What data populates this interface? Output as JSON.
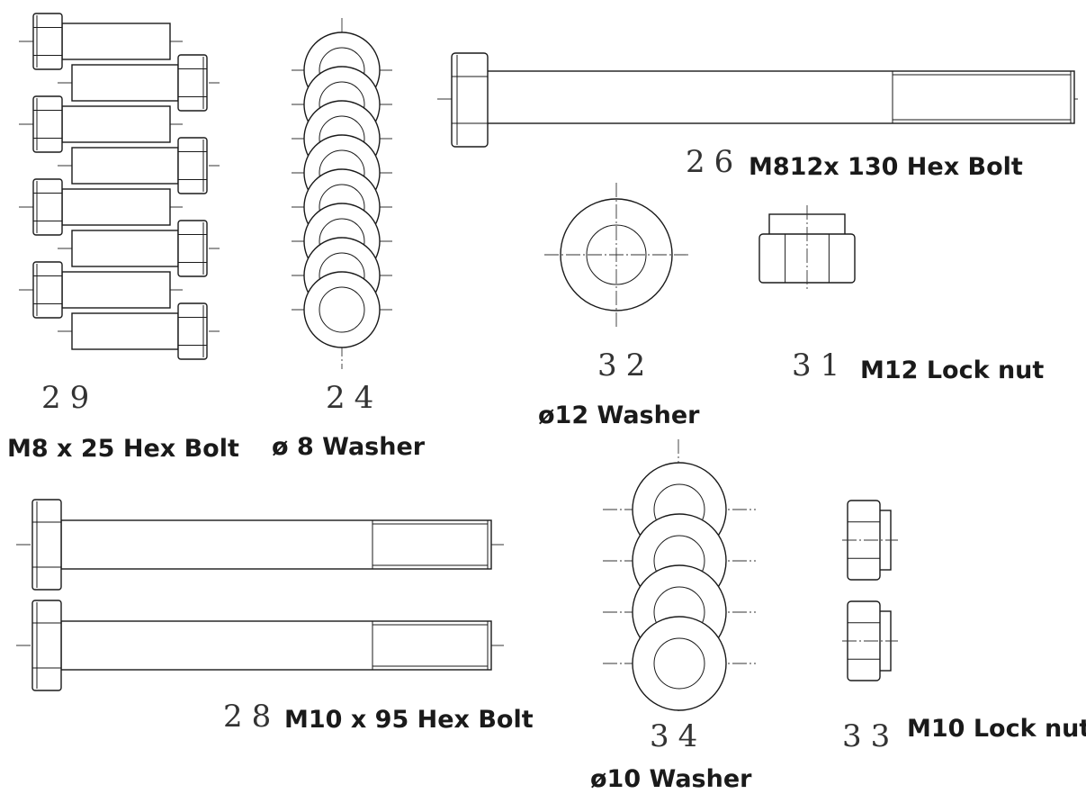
{
  "parts": [
    {
      "id": "p29",
      "number": "29",
      "label": "M8 x 25 Hex Bolt",
      "kind": "bolt-stack",
      "quantity": 8
    },
    {
      "id": "p24",
      "number": "24",
      "label": "ø 8 Washer",
      "kind": "washer-stack",
      "quantity": 8
    },
    {
      "id": "p26",
      "number": "26",
      "label": "M812x 130 Hex Bolt",
      "kind": "long-bolt",
      "quantity": 1
    },
    {
      "id": "p32",
      "number": "32",
      "label": "ø12 Washer",
      "kind": "washer",
      "quantity": 1
    },
    {
      "id": "p31",
      "number": "31",
      "label": "M12 Lock nut",
      "kind": "lock-nut",
      "quantity": 1
    },
    {
      "id": "p28",
      "number": "28",
      "label": "M10 x 95 Hex Bolt",
      "kind": "bolt",
      "quantity": 2
    },
    {
      "id": "p34",
      "number": "34",
      "label": "ø10 Washer",
      "kind": "washer-stack",
      "quantity": 4
    },
    {
      "id": "p33",
      "number": "33",
      "label": "M10 Lock nut",
      "kind": "lock-nut",
      "quantity": 2
    }
  ]
}
